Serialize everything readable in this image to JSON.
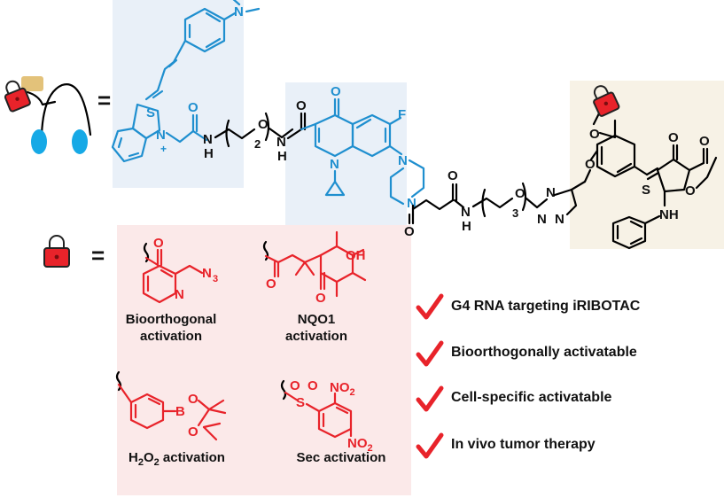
{
  "colors": {
    "probe_blue": "#1f8fcf",
    "cage_red": "#e8232a",
    "panel_blue": "#e9f0f8",
    "panel_red": "#fbe9e9",
    "panel_beige": "#f7f2e6",
    "cap_gold": "#e3c27a"
  },
  "symbols": {
    "equals_top": "=",
    "equals_bottom": "="
  },
  "molecule": {
    "atoms": {
      "n_dimethyl": "N",
      "s_benzothiazole": "S",
      "n_benzothiazole": "N",
      "plus": "+",
      "o_amide1": "O",
      "nh1": "N",
      "h1": "H",
      "o_peg1": "O",
      "sub2": "2",
      "nh2": "N",
      "h2": "H",
      "o_amide2": "O",
      "o_quinolone": "O",
      "f": "F",
      "n_quinolone": "N",
      "n_piperazine1": "N",
      "n_piperazine2": "N",
      "o_linker1": "O",
      "o_linker2": "O",
      "nh3": "N",
      "h3": "H",
      "o_peg2": "O",
      "sub3": "3",
      "n_triazole1": "N",
      "n_triazole2": "N",
      "n_triazole3": "N",
      "o_ether1": "O",
      "o_ether2": "O",
      "s_thiophene": "S",
      "o_ketone": "O",
      "o_ester1": "O",
      "o_ester2": "O",
      "nh_aniline": "NH"
    }
  },
  "cages": {
    "bioorthogonal": {
      "atom_o": "O",
      "atom_n": "N",
      "atom_n3": "N",
      "sub_n3": "3",
      "caption_line1": "Bioorthogonal",
      "caption_line2": "activation"
    },
    "nqo1": {
      "atom_o1": "O",
      "atom_oh": "OH",
      "atom_o2": "O",
      "caption_line1": "NQO1",
      "caption_line2": "activation"
    },
    "h2o2": {
      "atom_b": "B",
      "atom_o1": "O",
      "atom_o2": "O",
      "caption_h": "H",
      "caption_sub1": "2",
      "caption_o": "O",
      "caption_sub2": "2",
      "caption_rest": " activation"
    },
    "sec": {
      "atom_s": "S",
      "atom_o1": "O",
      "atom_o2": "O",
      "no2_top_n": "NO",
      "no2_top_sub": "2",
      "no2_bottom_n": "NO",
      "no2_bottom_sub": "2",
      "caption": "Sec activation"
    }
  },
  "features": [
    {
      "label": "G4 RNA targeting iRIBOTAC"
    },
    {
      "label": "Bioorthogonally activatable"
    },
    {
      "label": "Cell-specific activatable"
    },
    {
      "label": "In vivo tumor therapy"
    }
  ]
}
